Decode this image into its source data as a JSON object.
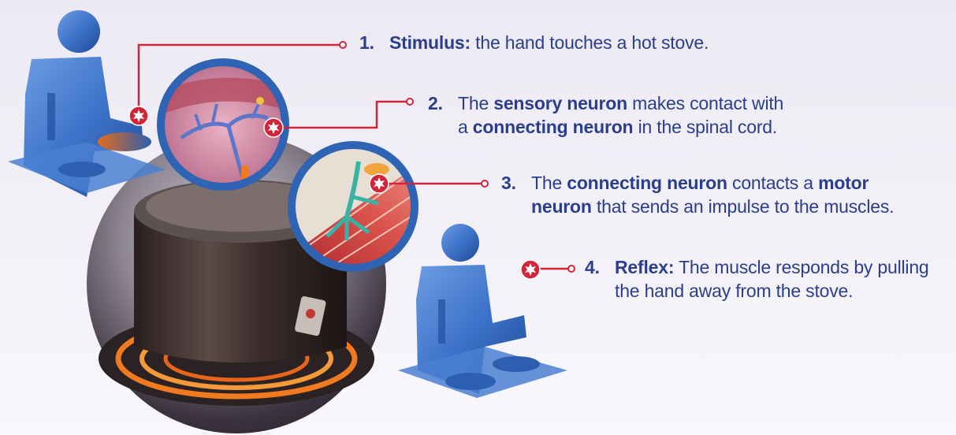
{
  "steps": [
    {
      "number": "1.",
      "line1": [
        {
          "text": "Stimulus:",
          "bold": true
        },
        {
          "text": " the hand touches a hot stove.",
          "bold": false
        }
      ],
      "line2": []
    },
    {
      "number": "2.",
      "line1": [
        {
          "text": "The ",
          "bold": false
        },
        {
          "text": "sensory neuron",
          "bold": true
        },
        {
          "text": " makes contact with",
          "bold": false
        }
      ],
      "line2": [
        {
          "text": "a ",
          "bold": false
        },
        {
          "text": "connecting neuron",
          "bold": true
        },
        {
          "text": " in the spinal cord.",
          "bold": false
        }
      ]
    },
    {
      "number": "3.",
      "line1": [
        {
          "text": "The ",
          "bold": false
        },
        {
          "text": "connecting neuron",
          "bold": true
        },
        {
          "text": " contacts a ",
          "bold": false
        },
        {
          "text": "motor",
          "bold": true
        }
      ],
      "line2": [
        {
          "text": "neuron",
          "bold": true
        },
        {
          "text": " that sends an impulse to the muscles.",
          "bold": false
        }
      ]
    },
    {
      "number": "4.",
      "line1": [
        {
          "text": "Reflex:",
          "bold": true
        },
        {
          "text": " The muscle responds by pulling",
          "bold": false
        }
      ],
      "line2": [
        {
          "text": "the hand away from the stove.",
          "bold": false
        }
      ]
    }
  ],
  "colors": {
    "text": "#2a3e8c",
    "leader_line": "#d0263a",
    "lens_rim": "#2f63b4",
    "figure_blue": "#3d73c9",
    "burner_orange": "#f07a1f",
    "stove_dark": "#3a2a28"
  },
  "icons": [
    "marker-star-icon",
    "person-figure-icon",
    "magnifier-lens-icon",
    "stove-burner-icon"
  ]
}
